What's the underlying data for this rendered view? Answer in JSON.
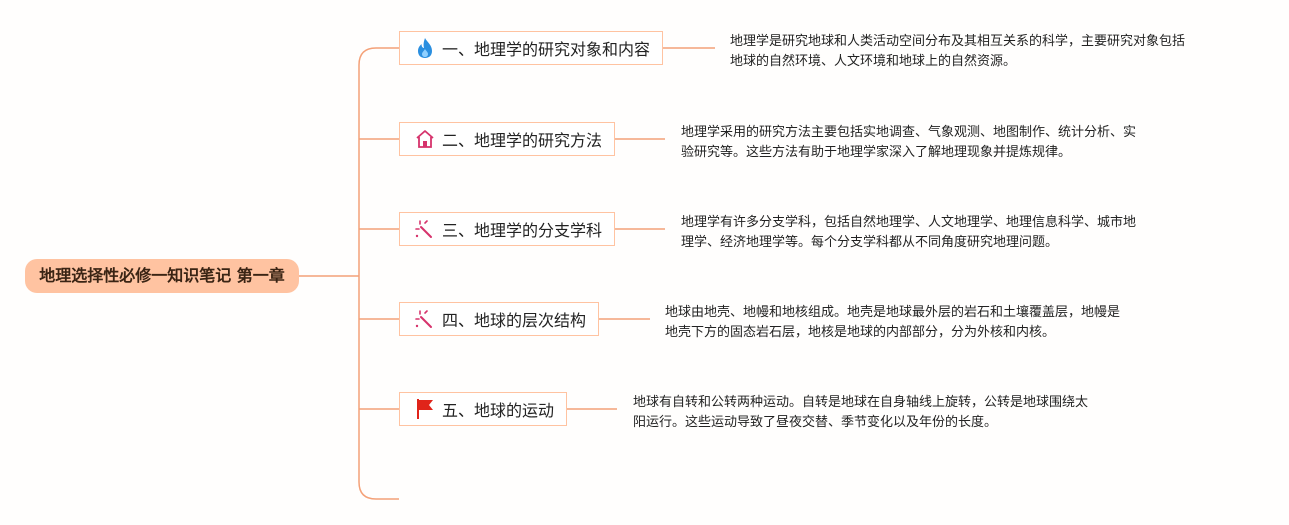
{
  "root": {
    "label": "地理选择性必修一知识笔记 第一章"
  },
  "branches": [
    {
      "icon": "fire-icon",
      "label": "一、地理学的研究对象和内容",
      "desc_lines": [
        "地理学是研究地球和人类活动空间分布及其相互关系的科学，主要研究对象包括",
        "地球的自然环境、人文环境和地球上的自然资源。"
      ]
    },
    {
      "icon": "house-icon",
      "label": "二、地理学的研究方法",
      "desc_lines": [
        "地理学采用的研究方法主要包括实地调查、气象观测、地图制作、统计分析、实",
        "验研究等。这些方法有助于地理学家深入了解地理现象并提炼规律。"
      ]
    },
    {
      "icon": "magic-wand-icon",
      "label": "三、地理学的分支学科",
      "desc_lines": [
        "地理学有许多分支学科，包括自然地理学、人文地理学、地理信息科学、城市地",
        "理学、经济地理学等。每个分支学科都从不同角度研究地理问题。"
      ]
    },
    {
      "icon": "magic-wand-icon",
      "label": "四、地球的层次结构",
      "desc_lines": [
        "地球由地壳、地幔和地核组成。地壳是地球最外层的岩石和土壤覆盖层，地幔是",
        "地壳下方的固态岩石层，地核是地球的内部部分，分为外核和内核。"
      ]
    },
    {
      "icon": "red-flag-icon",
      "label": "五、地球的运动",
      "desc_lines": [
        "地球有自转和公转两种运动。自转是地球在自身轴线上旋转，公转是地球围绕太",
        "阳运行。这些运动导致了昼夜交替、季节变化以及年份的长度。"
      ]
    }
  ],
  "colors": {
    "connector": "#f4a178",
    "root_fill": "#ffc3a1",
    "branch_border": "#ffc3a1",
    "fire": "#2a8fe0",
    "house": "#d6336c",
    "wand": "#d6336c",
    "flag": "#e0241a"
  }
}
